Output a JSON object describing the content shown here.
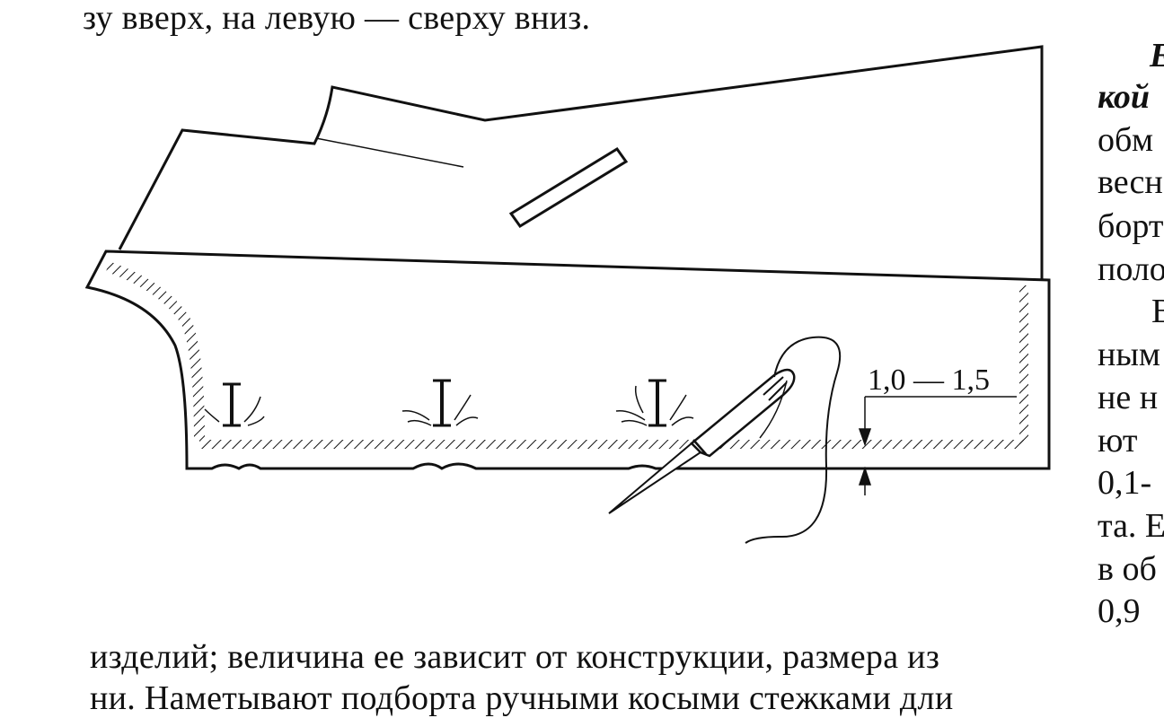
{
  "text": {
    "top_line": "зу вверх, на левую — сверху вниз.",
    "right_column": [
      "кой",
      "обм",
      "весн",
      "борт",
      "поло",
      "ным",
      "не н",
      "ют",
      "0,1-",
      "та. Е",
      "в об",
      "0,9"
    ],
    "bottom_line_1": "изделий; величина ее зависит от конструкции, размера из",
    "bottom_line_2": "ни. Наметывают подборта ручными косыми стежками дли"
  },
  "figure": {
    "dimension_label": "1,0 — 1,5",
    "roman_mark": "I"
  }
}
